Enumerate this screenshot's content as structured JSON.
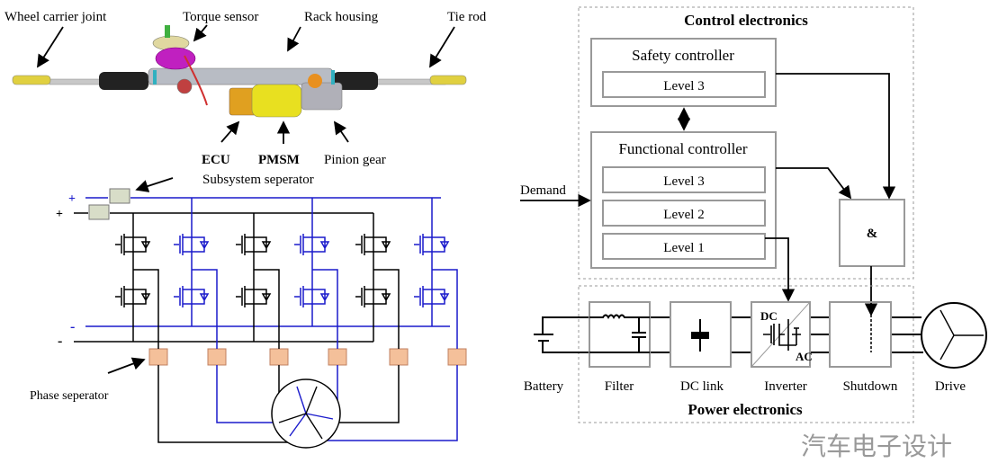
{
  "left": {
    "labels": {
      "wheel_carrier_joint": "Wheel carrier joint",
      "torque_sensor": "Torque sensor",
      "rack_housing": "Rack housing",
      "tie_rod": "Tie rod",
      "ecu": "ECU",
      "pmsm": "PMSM",
      "pinion_gear": "Pinion gear",
      "subsystem_separator": "Subsystem seperator",
      "phase_separator": "Phase seperator",
      "plus": "+",
      "minus": "-"
    },
    "colors": {
      "blue_subsystem": "#1a1acc",
      "black_subsystem": "#000000",
      "separator_fill": "#f4c09a",
      "motor_yellow": "#e8e020",
      "sensor_magenta": "#c020c0"
    }
  },
  "right": {
    "control": {
      "title": "Control electronics",
      "safety_controller": {
        "title": "Safety controller",
        "levels": [
          "Level 3"
        ]
      },
      "functional_controller": {
        "title": "Functional controller",
        "levels": [
          "Level 3",
          "Level 2",
          "Level 1"
        ]
      },
      "and_gate": "&",
      "demand": "Demand"
    },
    "power": {
      "title": "Power electronics",
      "blocks": [
        "Battery",
        "Filter",
        "DC link",
        "Inverter",
        "Shutdown",
        "Drive"
      ],
      "inverter_dc": "DC",
      "inverter_ac": "AC"
    }
  },
  "watermark": "汽车电子设计"
}
